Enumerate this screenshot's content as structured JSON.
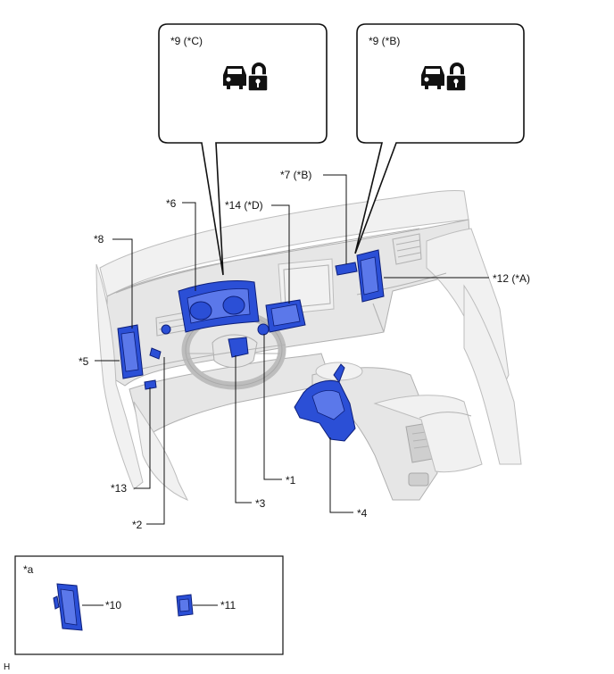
{
  "callouts": {
    "left": {
      "label": "*9 (*C)",
      "icon": "door-lock-icon"
    },
    "right": {
      "label": "*9 (*B)",
      "icon": "door-lock-icon"
    }
  },
  "labels": {
    "l1": "*1",
    "l2": "*2",
    "l3": "*3",
    "l4": "*4",
    "l5": "*5",
    "l6": "*6",
    "l7": "*7 (*B)",
    "l8": "*8",
    "l12": "*12 (*A)",
    "l13": "*13",
    "l14": "*14 (*D)"
  },
  "inset": {
    "title": "*a",
    "l10": "*10",
    "l11": "*11"
  },
  "footer": "H",
  "colors": {
    "part_fill": "#2b4fd6",
    "part_stroke": "#0d1f7a",
    "car_body": "#e6e6e6",
    "line": "#111111"
  }
}
